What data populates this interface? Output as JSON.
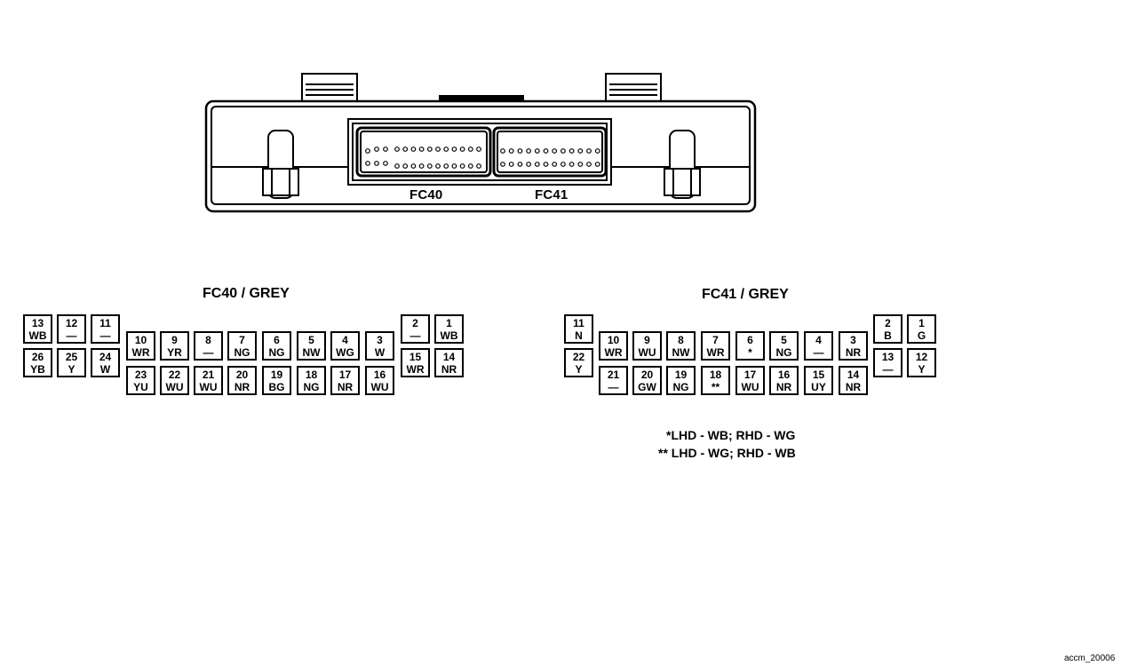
{
  "module": {
    "connector_labels": [
      "FC40",
      "FC41"
    ]
  },
  "connectors": [
    {
      "title": "FC40 / GREY",
      "pins": [
        {
          "num": "13",
          "color": "WB"
        },
        {
          "num": "12",
          "color": "—"
        },
        {
          "num": "11",
          "color": "—"
        },
        {
          "num": "26",
          "color": "YB"
        },
        {
          "num": "25",
          "color": "Y"
        },
        {
          "num": "24",
          "color": "W"
        },
        {
          "num": "10",
          "color": "WR"
        },
        {
          "num": "9",
          "color": "YR"
        },
        {
          "num": "8",
          "color": "—"
        },
        {
          "num": "7",
          "color": "NG"
        },
        {
          "num": "6",
          "color": "NG"
        },
        {
          "num": "5",
          "color": "NW"
        },
        {
          "num": "4",
          "color": "WG"
        },
        {
          "num": "3",
          "color": "W"
        },
        {
          "num": "23",
          "color": "YU"
        },
        {
          "num": "22",
          "color": "WU"
        },
        {
          "num": "21",
          "color": "WU"
        },
        {
          "num": "20",
          "color": "NR"
        },
        {
          "num": "19",
          "color": "BG"
        },
        {
          "num": "18",
          "color": "NG"
        },
        {
          "num": "17",
          "color": "NR"
        },
        {
          "num": "16",
          "color": "WU"
        },
        {
          "num": "2",
          "color": "—"
        },
        {
          "num": "1",
          "color": "WB"
        },
        {
          "num": "15",
          "color": "WR"
        },
        {
          "num": "14",
          "color": "NR"
        }
      ]
    },
    {
      "title": "FC41 / GREY",
      "pins": [
        {
          "num": "11",
          "color": "N"
        },
        {
          "num": "22",
          "color": "Y"
        },
        {
          "num": "10",
          "color": "WR"
        },
        {
          "num": "9",
          "color": "WU"
        },
        {
          "num": "8",
          "color": "NW"
        },
        {
          "num": "7",
          "color": "WR"
        },
        {
          "num": "6",
          "color": "*"
        },
        {
          "num": "5",
          "color": "NG"
        },
        {
          "num": "4",
          "color": "—"
        },
        {
          "num": "3",
          "color": "NR"
        },
        {
          "num": "21",
          "color": "—"
        },
        {
          "num": "20",
          "color": "GW"
        },
        {
          "num": "19",
          "color": "NG"
        },
        {
          "num": "18",
          "color": "**"
        },
        {
          "num": "17",
          "color": "WU"
        },
        {
          "num": "16",
          "color": "NR"
        },
        {
          "num": "15",
          "color": "UY"
        },
        {
          "num": "14",
          "color": "NR"
        },
        {
          "num": "2",
          "color": "B"
        },
        {
          "num": "1",
          "color": "G"
        },
        {
          "num": "13",
          "color": "—"
        },
        {
          "num": "12",
          "color": "Y"
        }
      ]
    }
  ],
  "notes": [
    "*LHD - WB; RHD - WG",
    "** LHD - WG; RHD - WB"
  ],
  "footer": "accm_20006"
}
